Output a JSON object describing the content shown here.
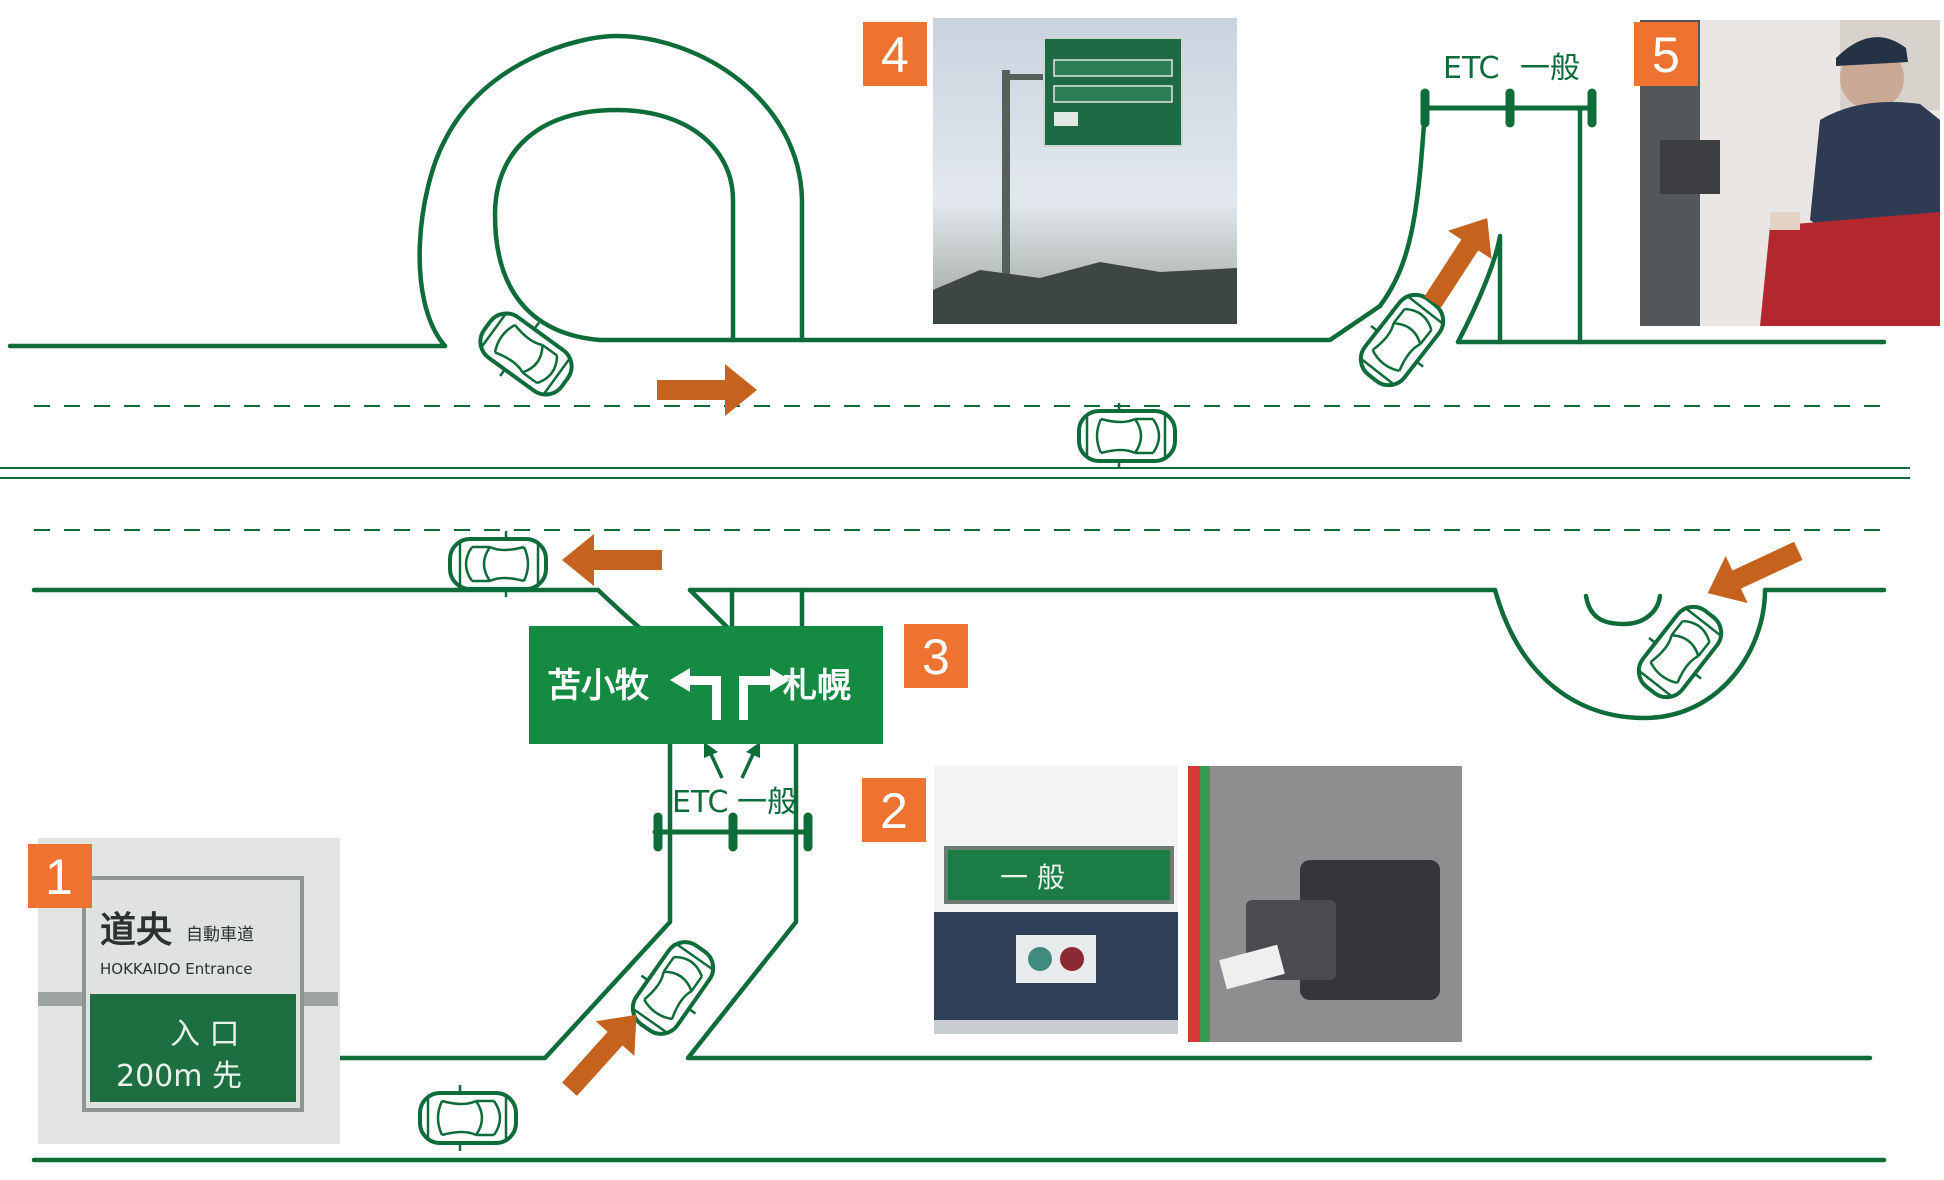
{
  "steps": [
    {
      "number": "1",
      "photo": "entrance-sign-photo",
      "sign_line1": "道央",
      "sign_line1_small": "自動車道",
      "sign_line2": "HOKKAIDO Entrance",
      "sign_line3": "入 口",
      "sign_line4": "200m 先"
    },
    {
      "number": "2",
      "photo": "toll-ticket-photo",
      "lane_sign": "一 般"
    },
    {
      "number": "3",
      "left_destination": "苫小牧",
      "right_destination": "札幌"
    },
    {
      "number": "4",
      "photo": "overhead-direction-sign-photo"
    },
    {
      "number": "5",
      "photo": "toll-attendant-photo"
    }
  ],
  "lane_labels": {
    "entrance_etc": "ETC",
    "entrance_general": "一般",
    "exit_etc": "ETC",
    "exit_general": "一般"
  },
  "colors": {
    "road_green": "#0e6b3a",
    "sign_green": "#158a42",
    "arrow_orange": "#c4621e",
    "badge_orange": "#ee7330"
  },
  "icons": [
    "car-icon",
    "direction-arrow-icon",
    "fork-arrow-icon"
  ]
}
